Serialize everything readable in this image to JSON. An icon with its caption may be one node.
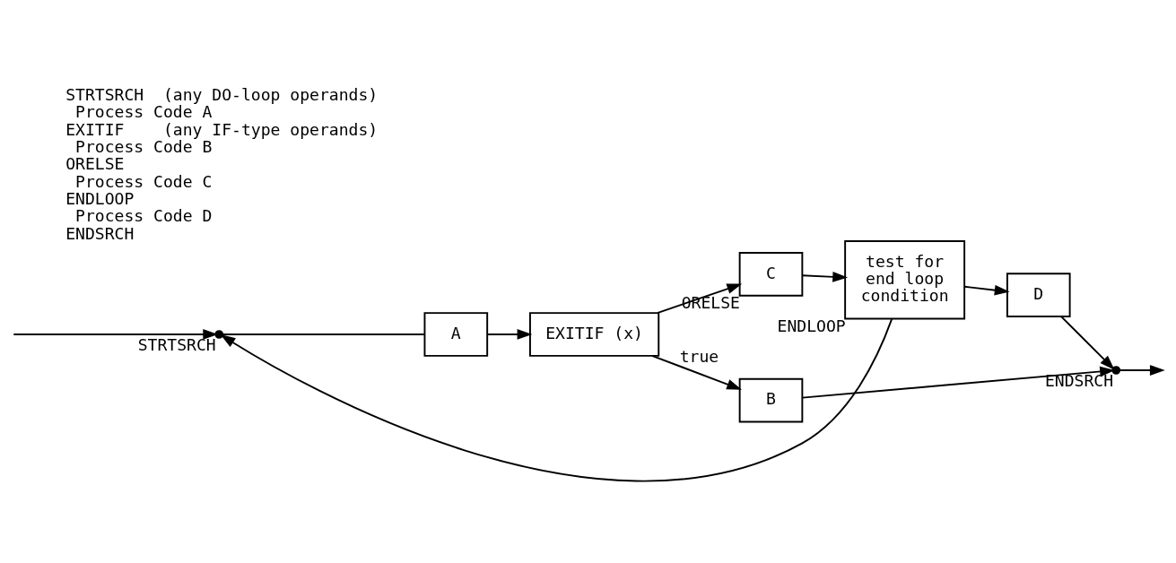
{
  "diagram": {
    "nodes": [
      {
        "text": [],
        "shape": "circle",
        "beside": [
          "STRTSRCH"
        ]
      },
      {
        "text": [
          "A"
        ]
      },
      {
        "text": [
          "EXITIF (x)"
        ]
      },
      {
        "text": [
          "B"
        ]
      },
      {
        "text": [
          "C"
        ],
        "beside": [
          "ORELSE"
        ]
      },
      {
        "text": [
          "test for end loop condition"
        ],
        "beside": [
          "ENDLOOP"
        ]
      },
      {
        "text": [
          "D"
        ]
      },
      {
        "text": [],
        "shape": "circle",
        "beside": [
          "ENDSRCH"
        ]
      }
    ],
    "edges": [
      {
        "from": null,
        "to": 0,
        "arrow": "to"
      },
      {
        "from": 0,
        "to": 1,
        "arrow": "none"
      },
      {
        "from": 1,
        "to": 2,
        "arrow": "to"
      },
      {
        "from": 2,
        "to": 3,
        "arrow": "to",
        "label": "true"
      },
      {
        "from": 2,
        "to": 4,
        "arrow": "to"
      },
      {
        "from": 4,
        "to": 5,
        "arrow": "to"
      },
      {
        "from": 5,
        "to": 0,
        "arrow": "to"
      },
      {
        "from": 5,
        "to": 6,
        "arrow": "to"
      },
      {
        "from": 6,
        "to": 7,
        "arrow": "to"
      },
      {
        "from": 3,
        "to": 7,
        "arrow": "to"
      },
      {
        "from": 7,
        "to": null,
        "arrow": "to"
      }
    ],
    "labels": [
      "STRTSRCH  (any DO-loop operands)",
      "  Process Code A",
      "EXITIF    (any IF-type operands)",
      "  Process Code B",
      "ORELSE",
      "  Process Code C",
      "ENDLOOP",
      "  Process Code D",
      "ENDSRCH"
    ]
  }
}
